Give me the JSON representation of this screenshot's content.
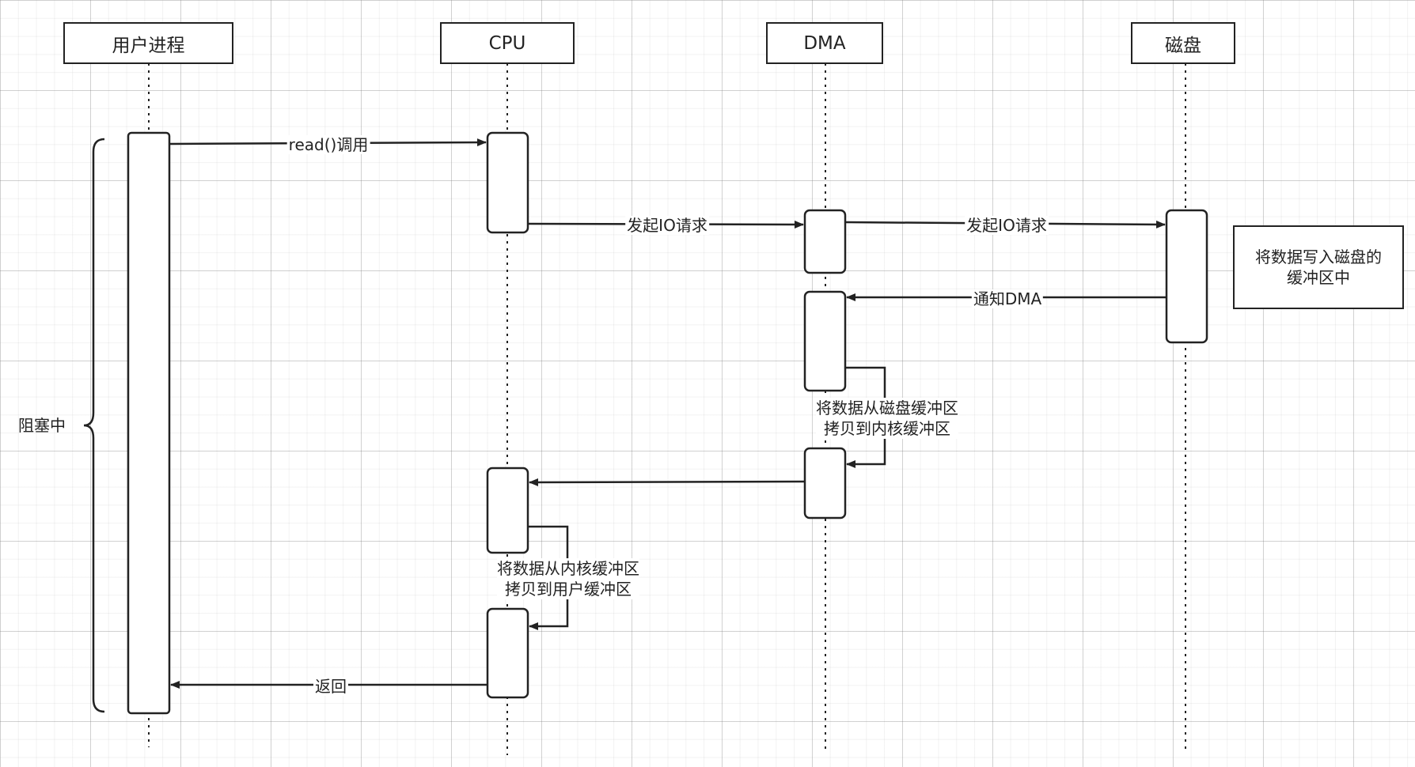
{
  "participants": {
    "user_process": "用户进程",
    "cpu": "CPU",
    "dma": "DMA",
    "disk": "磁盘"
  },
  "messages": {
    "read_call": "read()调用",
    "cpu_io_request": "发起IO请求",
    "dma_io_request": "发起IO请求",
    "notify_dma": "通知DMA",
    "return": "返回"
  },
  "self_messages": {
    "dma_copy": [
      "将数据从磁盘缓冲区",
      "拷贝到内核缓冲区"
    ],
    "cpu_copy": [
      "将数据从内核缓冲区",
      "拷贝到用户缓冲区"
    ]
  },
  "notes": {
    "disk_note": [
      "将数据写入磁盘的",
      "缓冲区中"
    ]
  },
  "brace_label": "阻塞中"
}
